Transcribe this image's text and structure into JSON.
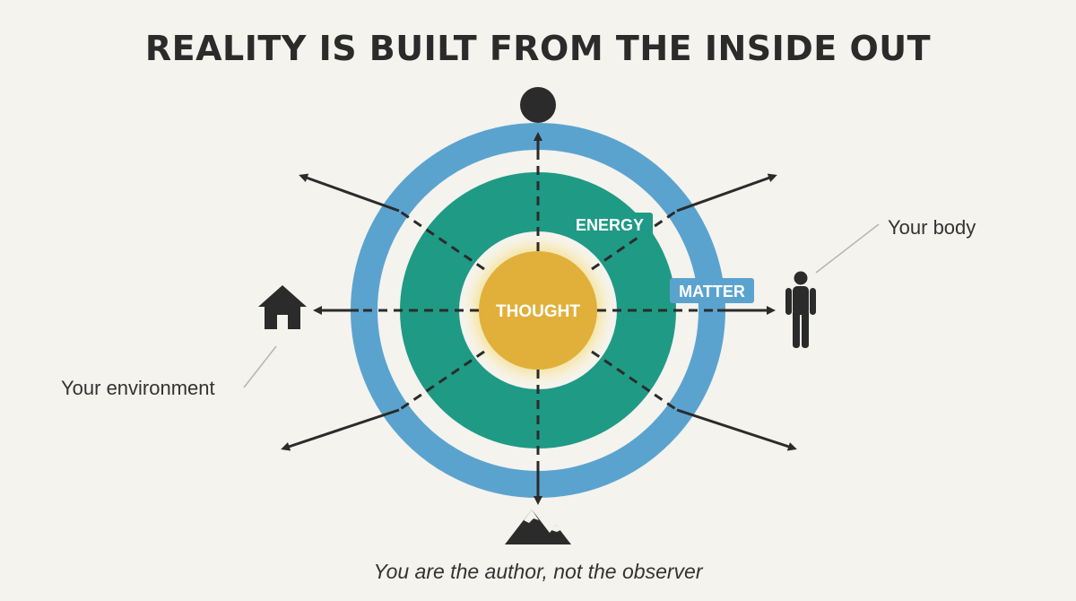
{
  "title": "REALITY IS BUILT FROM THE INSIDE OUT",
  "caption": "You are the author, not the observer",
  "center_label": "THOUGHT",
  "rings": {
    "energy_label": "ENERGY",
    "matter_label": "MATTER"
  },
  "labels": {
    "environment": "Your environment",
    "body": "Your body"
  },
  "colors": {
    "background": "#f4f3ee",
    "outer_ring": "#5ba3cf",
    "middle_ring": "#1f9a85",
    "core": "#e0b03a",
    "arrows": "#2b2b2b"
  },
  "icons": {
    "top": "circle-icon",
    "left": "house-icon",
    "right": "person-icon",
    "bottom": "mountain-icon"
  }
}
